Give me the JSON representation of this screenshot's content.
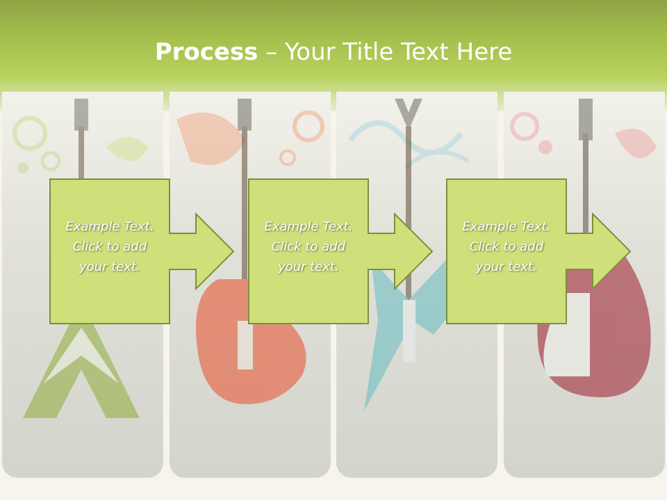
{
  "slide": {
    "title_bold": "Process",
    "title_rest": " – Your Title Text Here"
  },
  "steps": [
    {
      "line1": "Example Text.",
      "line2": "Click  to add",
      "line3": "your text."
    },
    {
      "line1": "Example Text.",
      "line2": "Click  to add",
      "line3": "your text."
    },
    {
      "line1": "Example Text.",
      "line2": "Click  to add",
      "line3": "your text."
    }
  ],
  "colors": {
    "header": "#a5c04c",
    "box_fill": "#cfdf7a",
    "box_border": "#7d8f3c",
    "panel": "#dcdcd4"
  },
  "panels": [
    {
      "guitar_color": "#8fae3a",
      "accent": "#cfe27a"
    },
    {
      "guitar_color": "#e85a3a",
      "accent": "#f08a5a"
    },
    {
      "guitar_color": "#6fbfc4",
      "accent": "#9fd8e6"
    },
    {
      "guitar_color": "#a02b3a",
      "accent": "#ef8a8a"
    }
  ]
}
